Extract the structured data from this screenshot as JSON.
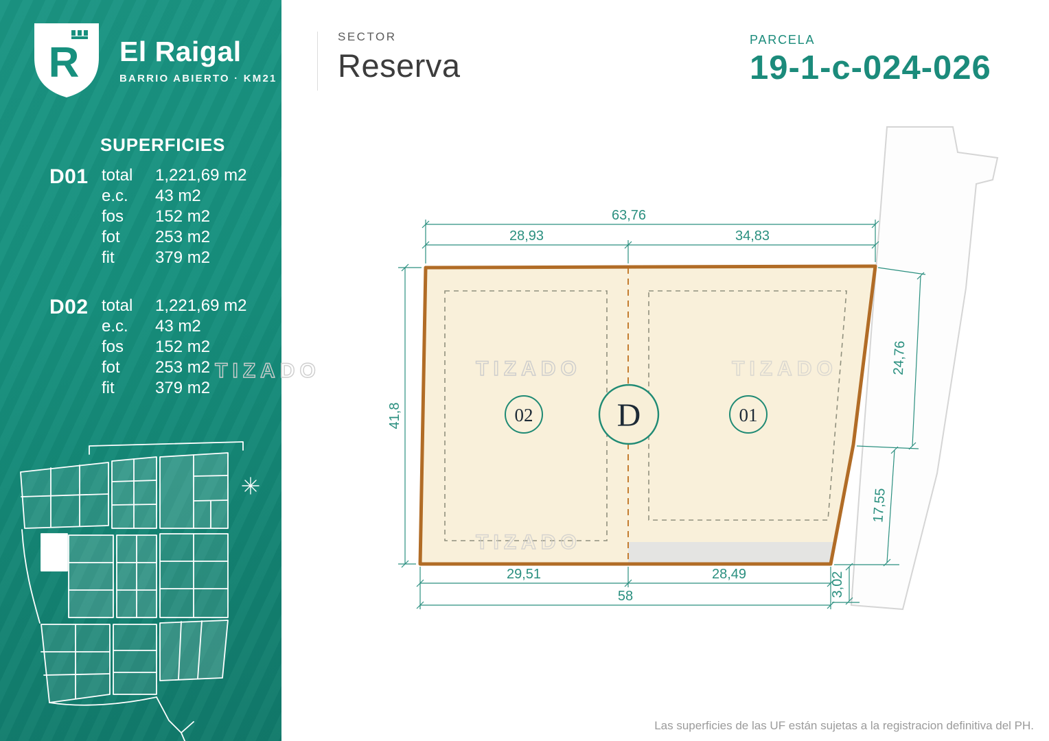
{
  "sidebar": {
    "logo": {
      "letter": "R",
      "brand": "El Raigal",
      "tagline": "BARRIO ABIERTO · KM21"
    },
    "superficies_title": "SUPERFICIES",
    "units": [
      {
        "id": "D01",
        "rows": [
          {
            "label": "total",
            "value": "1,221,69 m2"
          },
          {
            "label": "e.c.",
            "value": "43 m2"
          },
          {
            "label": "fos",
            "value": "152 m2"
          },
          {
            "label": "fot",
            "value": "253 m2"
          },
          {
            "label": "fit",
            "value": "379 m2"
          }
        ]
      },
      {
        "id": "D02",
        "rows": [
          {
            "label": "total",
            "value": "1,221,69 m2"
          },
          {
            "label": "e.c.",
            "value": "43 m2"
          },
          {
            "label": "fos",
            "value": "152 m2"
          },
          {
            "label": "fot",
            "value": "253 m2"
          },
          {
            "label": "fit",
            "value": "379 m2"
          }
        ]
      }
    ]
  },
  "header": {
    "sector_label": "SECTOR",
    "sector_value": "Reserva",
    "parcela_label": "PARCELA",
    "parcela_value": "19-1-c-024-026"
  },
  "diagram": {
    "unit_circles": [
      {
        "label": "02"
      },
      {
        "label": "D"
      },
      {
        "label": "01"
      }
    ],
    "dimensions": {
      "top_total": "63,76",
      "top_left": "28,93",
      "top_right": "34,83",
      "left": "41,8",
      "right_upper": "24,76",
      "right_lower": "17,55",
      "bottom_left": "29,51",
      "bottom_right": "28,49",
      "bottom_total": "58",
      "bottom_small": "3,02"
    },
    "watermark": "TIZADO",
    "colors": {
      "teal_accent": "#1b8b7b",
      "parcel_fill": "#f9f0da",
      "parcel_border": "#b16c26",
      "divider_dash": "#c47c30",
      "dimension_teal": "#2a8f7f"
    }
  },
  "footer": {
    "disclaimer": "Las superficies de las UF están sujetas a la registracion definitiva del PH."
  }
}
